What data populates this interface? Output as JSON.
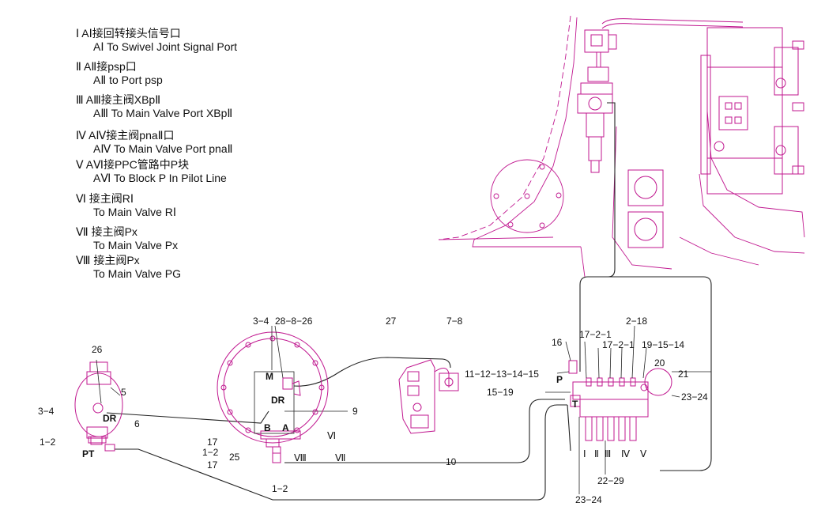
{
  "legend": [
    {
      "cn": "Ⅰ AⅠ接回转接头信号口",
      "en": "AⅠ To Swivel Joint Signal Port"
    },
    {
      "cn": "Ⅱ AⅡ接psp口",
      "en": "AⅡ to Port psp"
    },
    {
      "cn": "Ⅲ AⅢ接主阀XBpⅡ",
      "en": "AⅢ To Main Valve Port XBpⅡ"
    },
    {
      "cn": "Ⅳ AⅣ接主阀pnaⅡ口",
      "en": "AⅣ To Main Valve Port pnaⅡ"
    },
    {
      "cn": "Ⅴ AⅥ接PPC管路中P块",
      "en": "AⅥ To Block P In Pilot Line"
    },
    {
      "cn": "Ⅵ 接主阀RⅠ",
      "en": "To Main Valve RⅠ"
    },
    {
      "cn": "Ⅶ 接主阀Px",
      "en": "To Main Valve Px"
    },
    {
      "cn": "Ⅷ 接主阀Px",
      "en": "To Main Valve PG"
    }
  ],
  "labels": {
    "l26": "26",
    "l5": "5",
    "l34a": "3−4",
    "lDRa": "DR",
    "l6": "6",
    "l12a": "1−2",
    "lPT": "PT",
    "l34b": "3−4",
    "l28826": "28−8−26",
    "lM": "M",
    "lDRb": "DR",
    "l9": "9",
    "lB": "B",
    "lA": "A",
    "lVI": "Ⅵ",
    "lVII": "Ⅶ",
    "lVIII": "Ⅷ",
    "l17a": "17",
    "l12b": "1−2",
    "l25": "25",
    "l17b": "17",
    "l12c": "1−2",
    "l27": "27",
    "l78": "7−8",
    "l10": "10",
    "l16": "16",
    "l1721a": "17−2−1",
    "l218": "2−18",
    "l1721b": "17−2−1",
    "l191514": "19−15−14",
    "l20": "20",
    "l21": "21",
    "l11": "11−12−13−14−15",
    "lP": "P",
    "l1519": "15−19",
    "lT": "T",
    "l2324a": "23−24",
    "lI": "Ⅰ",
    "lII": "Ⅱ",
    "lIII": "Ⅲ",
    "lIV": "Ⅳ",
    "lV": "Ⅴ",
    "l2229": "22−29",
    "l2324b": "23−24"
  }
}
